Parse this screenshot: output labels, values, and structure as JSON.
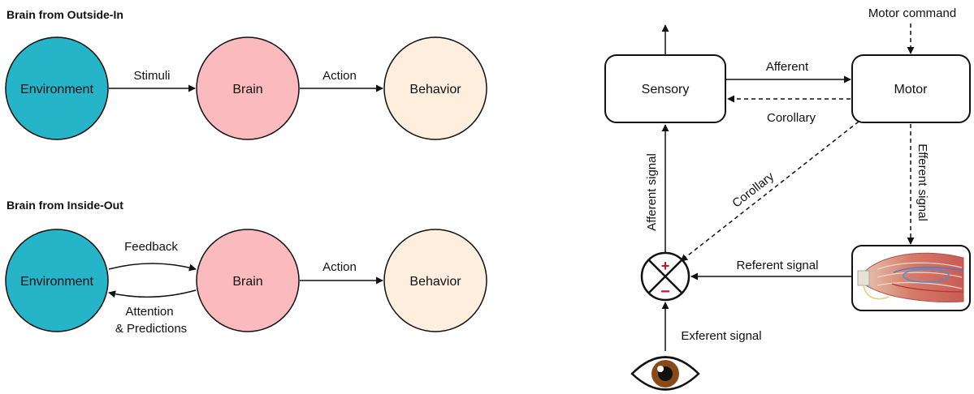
{
  "left": {
    "outside_in": {
      "title": "Brain from Outside-In",
      "nodes": {
        "environment": "Environment",
        "brain": "Brain",
        "behavior": "Behavior"
      },
      "edges": {
        "stimuli": "Stimuli",
        "action": "Action"
      }
    },
    "inside_out": {
      "title": "Brain from Inside-Out",
      "nodes": {
        "environment": "Environment",
        "brain": "Brain",
        "behavior": "Behavior"
      },
      "edges": {
        "feedback": "Feedback",
        "attention_line1": "Attention",
        "attention_line2": "& Predictions",
        "action": "Action"
      }
    }
  },
  "right": {
    "boxes": {
      "sensory": "Sensory",
      "motor": "Motor"
    },
    "labels": {
      "motor_command": "Motor command",
      "afferent": "Afferent",
      "corollary_top": "Corollary",
      "corollary_diag": "Corollary",
      "efferent_signal": "Efferent signal",
      "afferent_signal": "Afferent signal",
      "referent_signal": "Referent signal",
      "exferent_signal": "Exferent signal",
      "plus": "+",
      "minus": "−"
    }
  },
  "colors": {
    "environment": "#25b4c8",
    "brain": "#fbbbbe",
    "behavior": "#fdeede",
    "sign": "#cc1122",
    "eye_iris": "#8a4a17"
  },
  "icons": {
    "muscle": "muscle-illustration-icon",
    "eye": "eye-icon",
    "comparator": "comparator-cross-icon"
  }
}
